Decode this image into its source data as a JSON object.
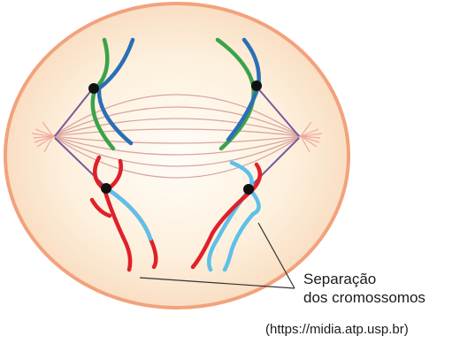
{
  "diagram": {
    "subject": "cell anaphase chromosome separation",
    "label_line1": "Separação",
    "label_line2": "dos cromossomos",
    "source": "(https://midia.atp.usp.br)",
    "colors": {
      "cell_fill": "#fbe6cf",
      "cell_border": "#f0a07a",
      "spindle": "#d8a8a0",
      "chromosome_green": "#3aa34a",
      "chromosome_blue": "#2a6fb6",
      "chromosome_red": "#e0202a",
      "chromosome_lightblue": "#5ec0e8",
      "centromere": "#111111"
    }
  }
}
